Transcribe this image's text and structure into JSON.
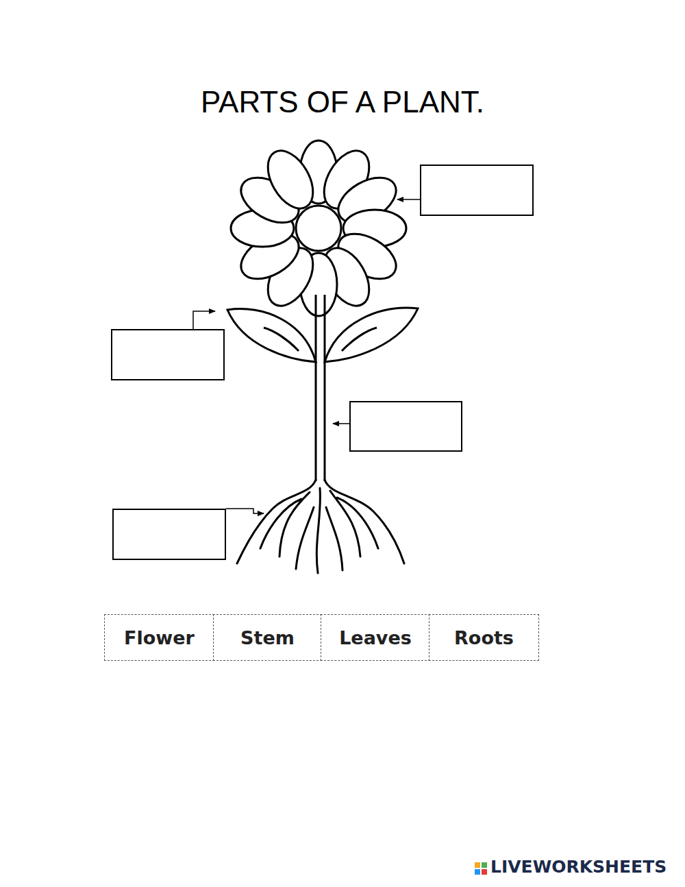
{
  "diagram": {
    "title": "PARTS OF A PLANT.",
    "nodes": [
      {
        "text": [
          "Flower"
        ]
      },
      {
        "text": [
          "Stem"
        ]
      },
      {
        "text": [
          "Leaves"
        ]
      },
      {
        "text": [
          "Roots"
        ]
      }
    ],
    "labels": [
      "LIVEWORKSHEETS"
    ]
  }
}
